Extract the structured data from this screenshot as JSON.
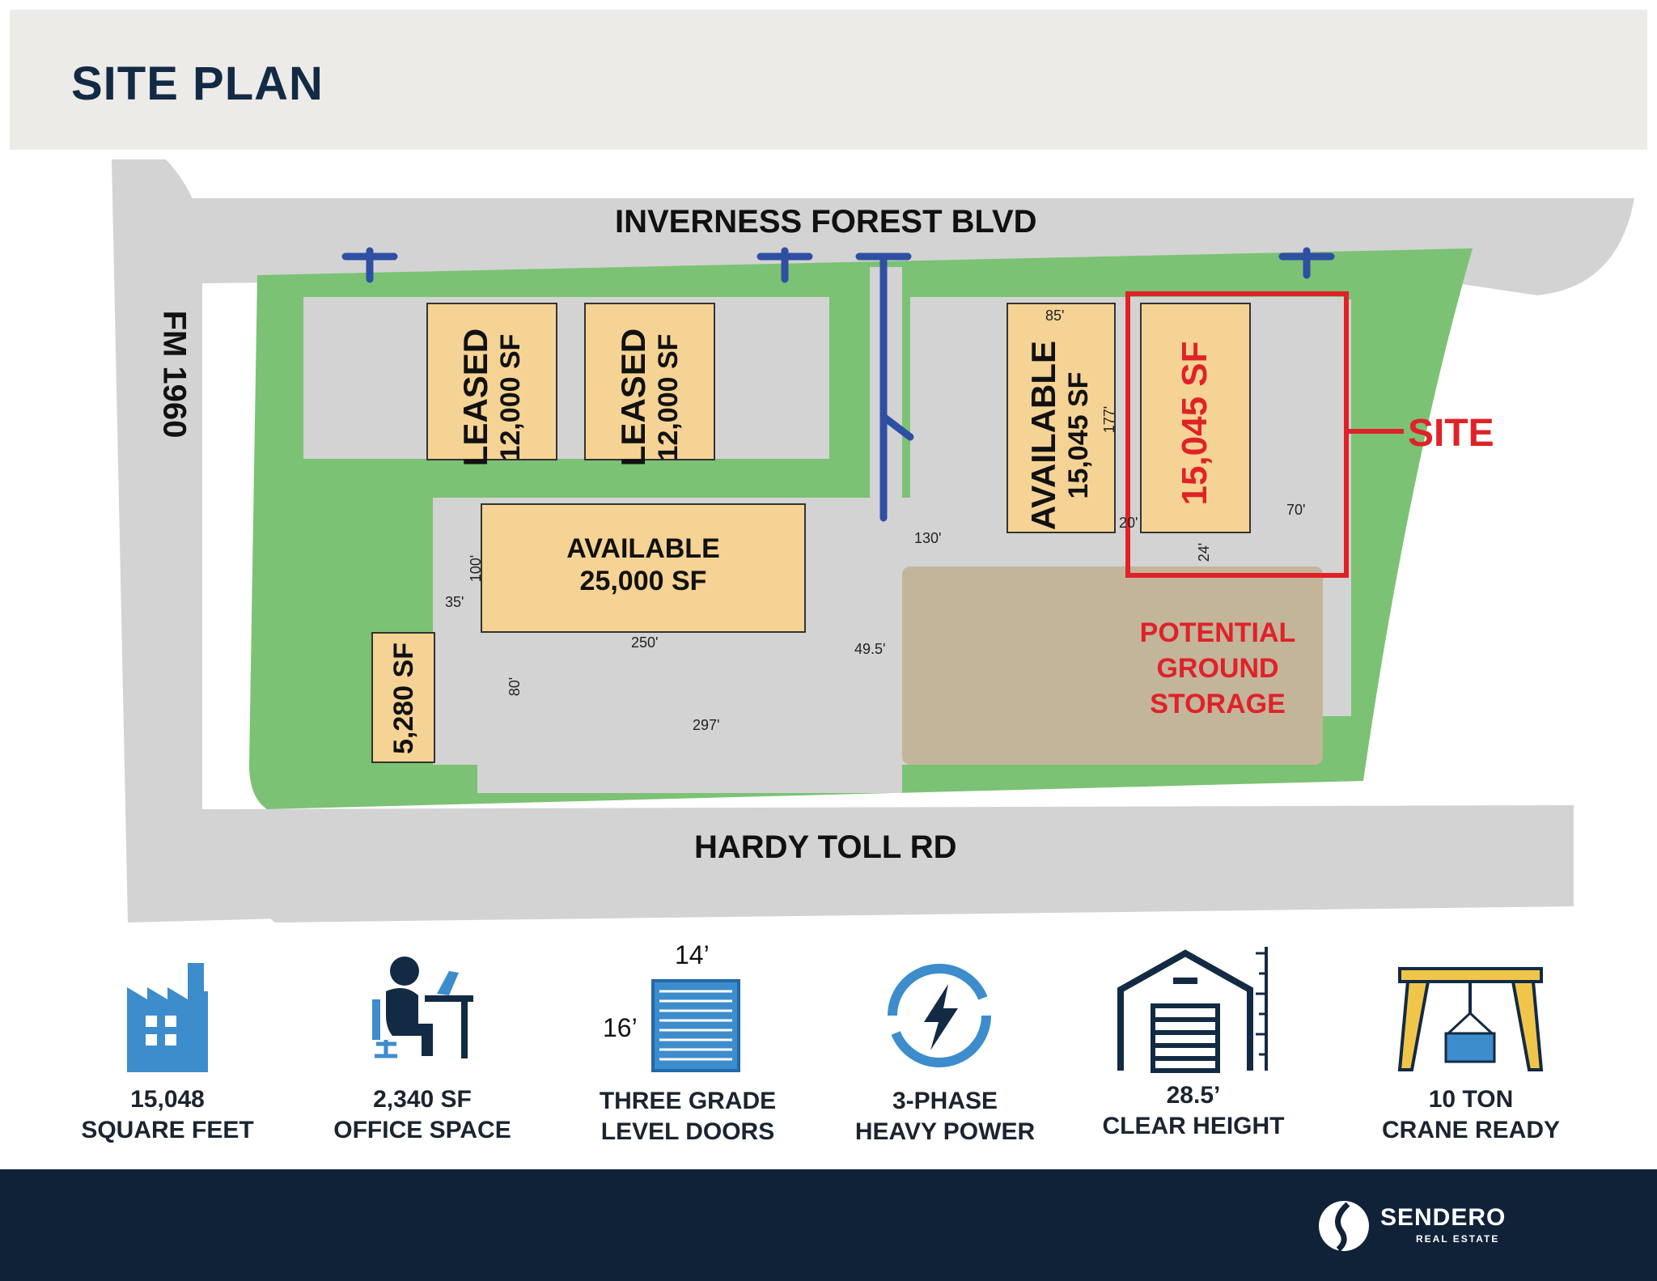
{
  "header": {
    "title": "SITE PLAN"
  },
  "roads": {
    "north": "INVERNESS FOREST BLVD",
    "south": "HARDY TOLL RD",
    "west": "FM 1960"
  },
  "buildings": [
    {
      "status": "LEASED",
      "size": "12,000 SF"
    },
    {
      "status": "LEASED",
      "size": "12,000 SF"
    },
    {
      "status": "AVAILABLE",
      "size": "15,045 SF"
    },
    {
      "status": "",
      "size": "15,045 SF"
    },
    {
      "status": "AVAILABLE",
      "size": "25,000 SF"
    },
    {
      "status": "",
      "size": "5,280 SF"
    }
  ],
  "site_label": "SITE",
  "storage_label": [
    "POTENTIAL",
    "GROUND",
    "STORAGE"
  ],
  "dimensions": [
    "85'",
    "177'",
    "20'",
    "70'",
    "24'",
    "130'",
    "100'",
    "35'",
    "250'",
    "49.5'",
    "80'",
    "297'"
  ],
  "features": [
    {
      "icon": "factory-icon",
      "line1": "15,048",
      "line2": "SQUARE FEET"
    },
    {
      "icon": "office-worker-icon",
      "line1": "2,340 SF",
      "line2": "OFFICE SPACE"
    },
    {
      "icon": "grade-door-icon",
      "line1": "THREE GRADE",
      "line2": "LEVEL DOORS",
      "door_width": "14’",
      "door_height": "16’"
    },
    {
      "icon": "power-bolt-icon",
      "line1": "3-PHASE",
      "line2": "HEAVY POWER"
    },
    {
      "icon": "warehouse-height-icon",
      "line1": "28.5’",
      "line2": "CLEAR HEIGHT"
    },
    {
      "icon": "gantry-crane-icon",
      "line1": "10 TON",
      "line2": "CRANE READY"
    }
  ],
  "footer": {
    "brand": "SENDERO",
    "brand_sub": "REAL ESTATE"
  },
  "colors": {
    "navy": "#132a44",
    "road": "#d3d3d3",
    "grass": "#7bc274",
    "building": "#f5d394",
    "storage": "#c2b59a",
    "site_red": "#e02228",
    "arrow_blue": "#2f4fa3",
    "icon_blue": "#3d8ccc"
  }
}
